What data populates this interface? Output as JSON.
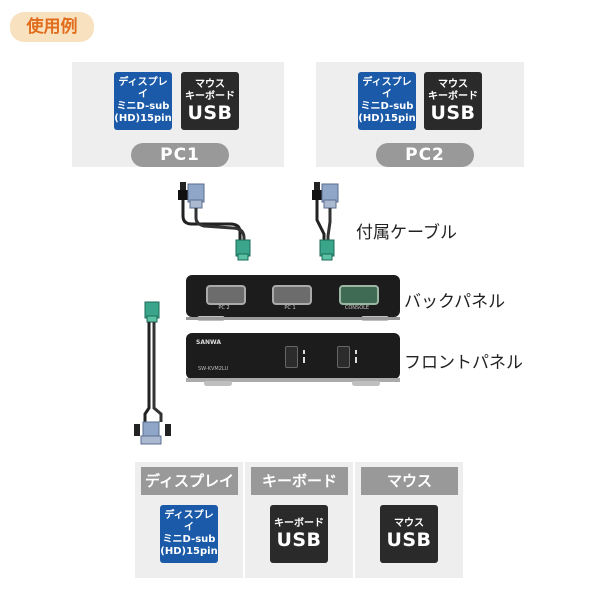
{
  "header": {
    "usage_label": "使用例"
  },
  "pcs": [
    {
      "name": "PC1",
      "display_badge": [
        "ディスプレイ",
        "ミニD-sub",
        "(HD)15pin"
      ],
      "kbm_badge": {
        "line1": "マウス",
        "line2": "キーボード",
        "usb": "USB"
      }
    },
    {
      "name": "PC2",
      "display_badge": [
        "ディスプレイ",
        "ミニD-sub",
        "(HD)15pin"
      ],
      "kbm_badge": {
        "line1": "マウス",
        "line2": "キーボード",
        "usb": "USB"
      }
    }
  ],
  "labels": {
    "cable": "付属ケーブル",
    "back_panel": "バックパネル",
    "front_panel": "フロントパネル"
  },
  "device": {
    "back_ports": [
      "PC 2",
      "PC 1",
      "CONSOLE"
    ],
    "brand": "SANWA",
    "model": "SW-KVM2LU"
  },
  "bottom": [
    {
      "head": "ディスプレイ",
      "badge_lines": [
        "ディスプレイ",
        "ミニD-sub",
        "(HD)15pin"
      ]
    },
    {
      "head": "キーボード",
      "badge_small": "キーボード",
      "badge_usb": "USB"
    },
    {
      "head": "マウス",
      "badge_small": "マウス",
      "badge_usb": "USB"
    }
  ],
  "colors": {
    "accent_orange": "#e06c1c",
    "tag_bg": "#f8e1bf",
    "badge_blue": "#1a5aa8",
    "badge_black": "#2a2a2a",
    "pill_gray": "#999999",
    "box_gray": "#eeeeee"
  }
}
